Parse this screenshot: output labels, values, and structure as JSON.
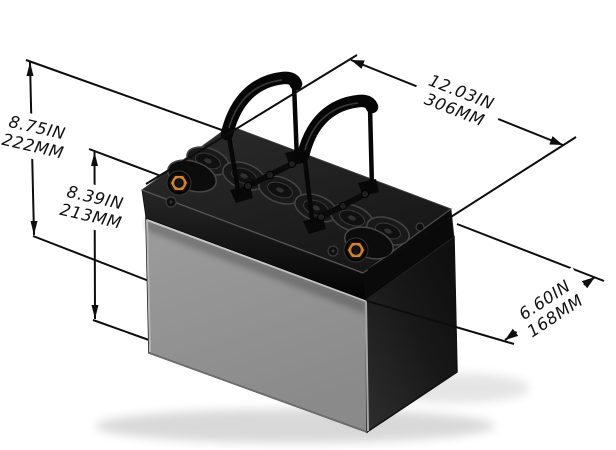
{
  "drawing": {
    "description": "Isometric CAD dimension drawing of a sealed deep-cycle battery with two flip-up carry handles",
    "background": "#ffffff",
    "line_color": "#0d0d0d",
    "dimensions": {
      "overall_height": {
        "inches": "8.75IN",
        "metric": "222MM"
      },
      "container_height": {
        "inches": "8.39IN",
        "metric": "213MM"
      },
      "overall_length": {
        "inches": "12.03IN",
        "metric": "306MM"
      },
      "overall_width": {
        "inches": "6.60IN",
        "metric": "168MM"
      }
    },
    "battery": {
      "case_front_color": "#959595",
      "case_side_color": "#1c1c1c",
      "cover_color": "#1d1d1d",
      "terminal_color": "#bf762b",
      "vent_cap_count": 6,
      "handle_count": 2
    }
  }
}
